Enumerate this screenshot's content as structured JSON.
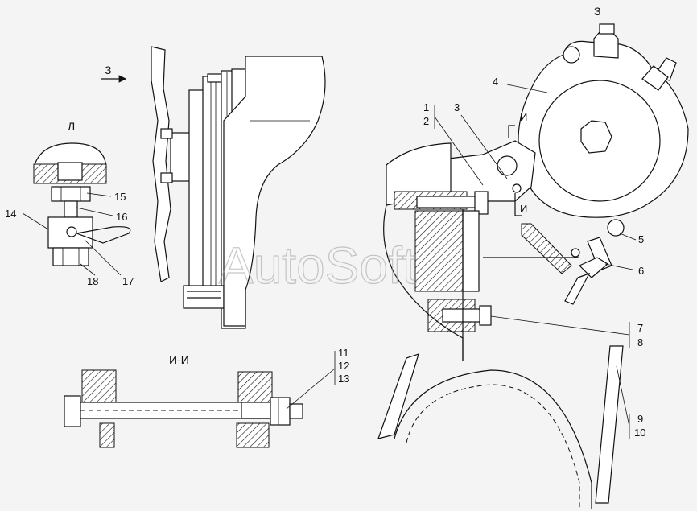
{
  "view_labels": {
    "view_z_top": "З",
    "view_z_arrow": "З",
    "detail_l": "Л",
    "section_ii": "И-И",
    "section_mark_upper": "И",
    "section_mark_lower": "И"
  },
  "callouts": [
    "1",
    "2",
    "3",
    "4",
    "5",
    "6",
    "7",
    "8",
    "9",
    "10",
    "11",
    "12",
    "13",
    "14",
    "15",
    "16",
    "17",
    "18"
  ],
  "watermark": "AutoSoft"
}
